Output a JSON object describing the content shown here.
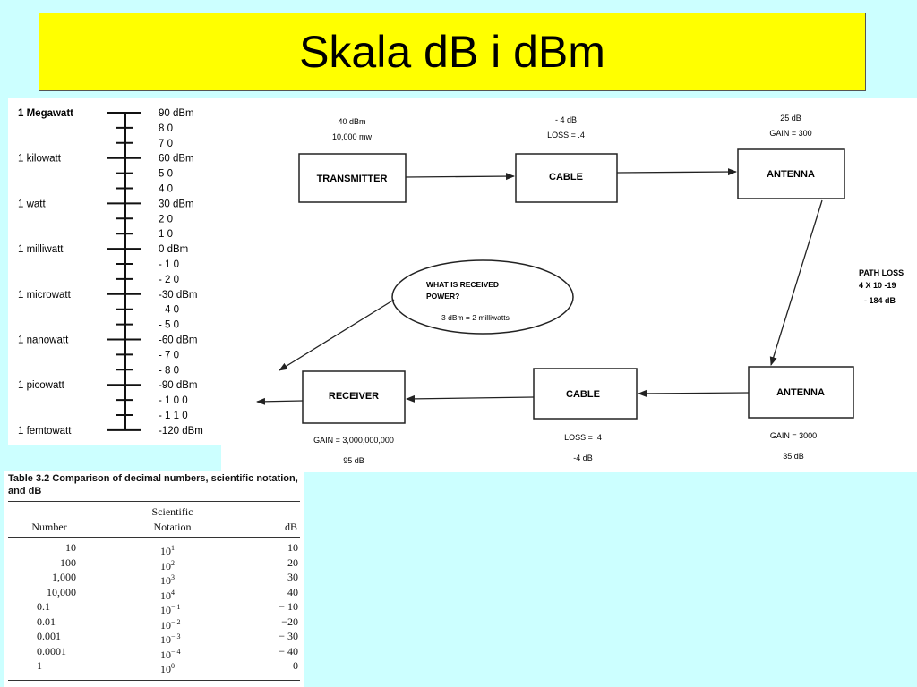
{
  "title": "Skala dB i dBm",
  "scale": {
    "rows": [
      {
        "unit": "1  Megawatt",
        "value": "90  dBm"
      },
      {
        "unit": "",
        "value": "8 0"
      },
      {
        "unit": "",
        "value": "7 0"
      },
      {
        "unit": "1    kilowatt",
        "value": "60  dBm"
      },
      {
        "unit": "",
        "value": "5 0"
      },
      {
        "unit": "",
        "value": "4 0"
      },
      {
        "unit": "1    watt",
        "value": "30  dBm"
      },
      {
        "unit": "",
        "value": "2 0"
      },
      {
        "unit": "",
        "value": "1 0"
      },
      {
        "unit": "1    milliwatt",
        "value": "0 dBm"
      },
      {
        "unit": "",
        "value": "- 1 0"
      },
      {
        "unit": "",
        "value": "- 2 0"
      },
      {
        "unit": "1   microwatt",
        "value": "-30  dBm"
      },
      {
        "unit": "",
        "value": "- 4 0"
      },
      {
        "unit": "",
        "value": "- 5 0"
      },
      {
        "unit": "1   nanowatt",
        "value": "-60  dBm"
      },
      {
        "unit": "",
        "value": "- 7 0"
      },
      {
        "unit": "",
        "value": "- 8 0"
      },
      {
        "unit": "1    picowatt",
        "value": "-90  dBm"
      },
      {
        "unit": "",
        "value": "- 1 0 0"
      },
      {
        "unit": "",
        "value": "- 1 1 0"
      },
      {
        "unit": "1    femtowatt",
        "value": "-120  dBm"
      }
    ]
  },
  "diagram": {
    "transmitter": {
      "label": "TRANSMITTER",
      "note1": "40 dBm",
      "note2": "10,000 mw"
    },
    "cable_top": {
      "label": "CABLE",
      "note1": "- 4 dB",
      "note2": "LOSS = .4"
    },
    "antenna_top": {
      "label": "ANTENNA",
      "note1": "25 dB",
      "note2": "GAIN = 300"
    },
    "path_loss": {
      "line1": "PATH LOSS",
      "line2": "4 X 10 -19",
      "line3": "- 184 dB"
    },
    "question": {
      "line1": "WHAT IS RECEIVED",
      "line2": "POWER?",
      "line3": "3 dBm = 2 milliwatts"
    },
    "antenna_bottom": {
      "label": "ANTENNA",
      "note1": "GAIN = 3000",
      "note2": "35 dB"
    },
    "cable_bottom": {
      "label": "CABLE",
      "note1": "LOSS = .4",
      "note2": "-4 dB"
    },
    "receiver": {
      "label": "RECEIVER",
      "note1": "GAIN = 3,000,000,000",
      "note2": "95 dB"
    }
  },
  "table": {
    "caption": "Table 3.2   Comparison of decimal numbers, scientific notation, and dB",
    "headers": {
      "number": "Number",
      "sci_line1": "Scientific",
      "sci_line2": "Notation",
      "db": "dB"
    },
    "rows": [
      {
        "number": "10",
        "base": "10",
        "exp": "1",
        "db": "10"
      },
      {
        "number": "100",
        "base": "10",
        "exp": "2",
        "db": "20"
      },
      {
        "number": "1,000",
        "base": "10",
        "exp": "3",
        "db": "30"
      },
      {
        "number": "10,000",
        "base": "10",
        "exp": "4",
        "db": "40"
      },
      {
        "number": "0.1",
        "base": "10",
        "exp": "− 1",
        "db": "− 10"
      },
      {
        "number": "0.01",
        "base": "10",
        "exp": "− 2",
        "db": "−20"
      },
      {
        "number": "0.001",
        "base": "10",
        "exp": "− 3",
        "db": "− 30"
      },
      {
        "number": "0.0001",
        "base": "10",
        "exp": "− 4",
        "db": "− 40"
      },
      {
        "number": "1",
        "base": "10",
        "exp": "0",
        "db": "0"
      }
    ]
  }
}
